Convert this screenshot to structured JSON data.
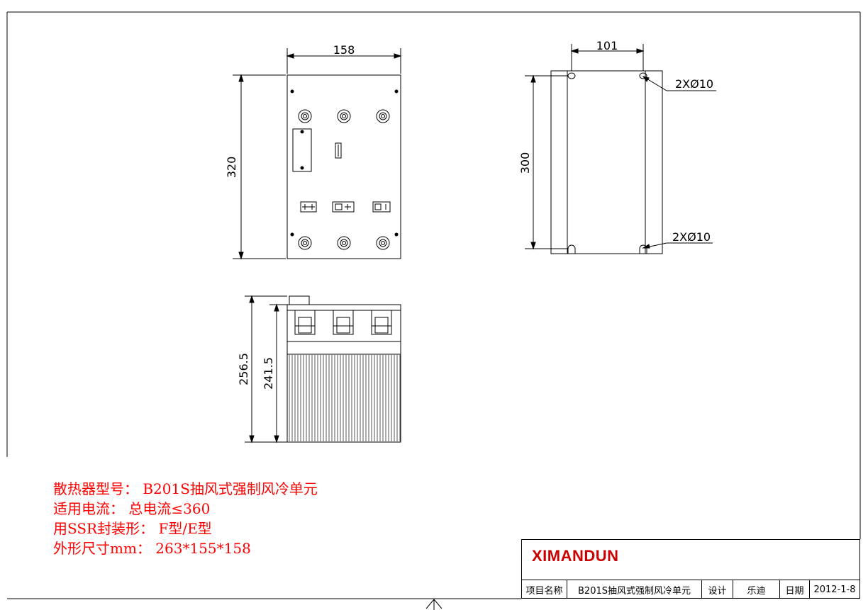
{
  "dimensions": {
    "top_width": "158",
    "top_height": "320",
    "rear_width": "101",
    "rear_height": "300",
    "holes_top": "2XØ10",
    "holes_bottom": "2XØ10",
    "side_height_total": "256.5",
    "side_height_inner": "241.5"
  },
  "notes": [
    "散热器型号： B201S抽风式强制风冷单元",
    "适用电流： 总电流≤360",
    "用SSR封装形： F型/E型",
    "外形尺寸mm： 263*155*158"
  ],
  "title_block": {
    "brand": "XIMANDUN",
    "project_label": "项目名称",
    "project_value": "B201S抽风式强制风冷单元",
    "design_label": "设计",
    "designer": "乐迪",
    "date_label": "日期",
    "date": "2012-1-8"
  },
  "colors": {
    "notes_text": "#ff0000",
    "brand": "#cc0000",
    "line": "#000000",
    "heatsink_fin": "#555555"
  }
}
